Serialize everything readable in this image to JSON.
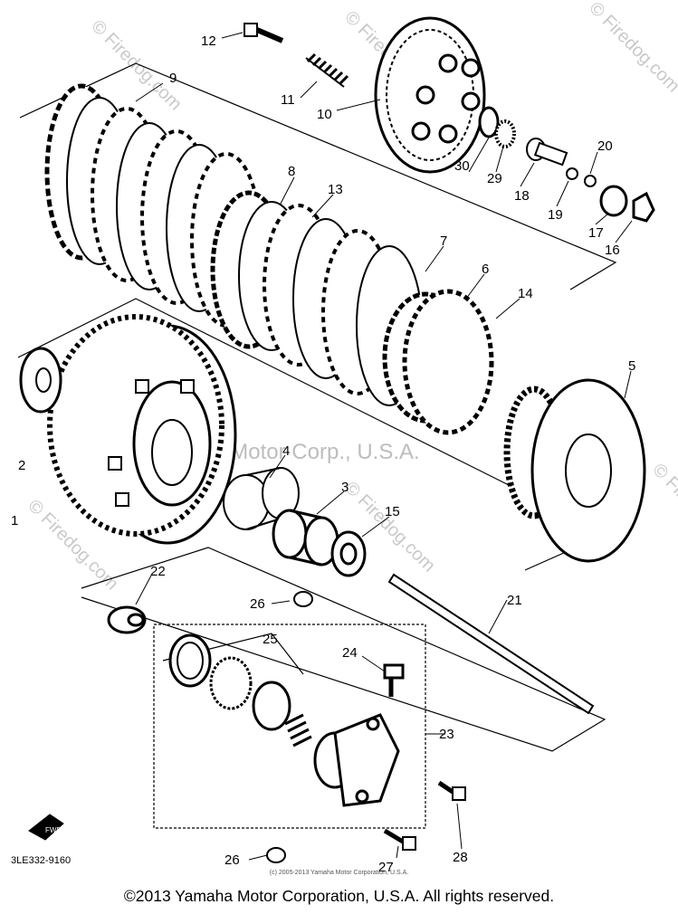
{
  "diagram": {
    "catalog_code": "3LE332-9160",
    "fwd_label": "FWD",
    "watermark_brand": "Yamaha Motor Corp., U.S.A.",
    "watermark_site": "© Firedog.com",
    "small_copyright": "(c) 2005-2013 Yamaha Motor Corporation, U.S.A.",
    "copyright": "©2013 Yamaha Motor Corporation, U.S.A. All rights reserved.",
    "callouts": [
      "1",
      "2",
      "3",
      "4",
      "5",
      "6",
      "7",
      "8",
      "9",
      "10",
      "11",
      "12",
      "13",
      "14",
      "15",
      "16",
      "17",
      "18",
      "19",
      "20",
      "21",
      "22",
      "23",
      "24",
      "25",
      "26",
      "26",
      "27",
      "28",
      "29",
      "30"
    ]
  },
  "colors": {
    "line": "#000000",
    "watermark": "#c9c9c9"
  }
}
